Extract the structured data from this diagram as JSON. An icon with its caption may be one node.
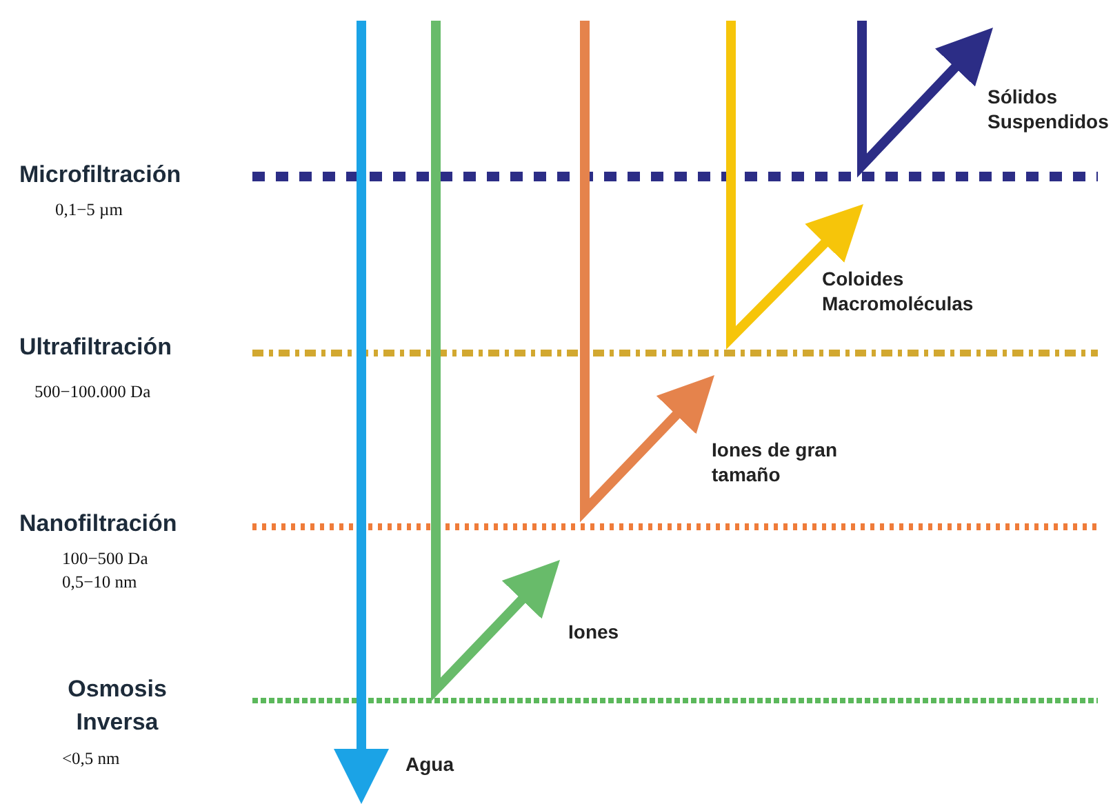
{
  "diagram": {
    "nodes": [
      {
        "text": [
          "Agua"
        ]
      },
      {
        "text": [
          "Iones"
        ]
      },
      {
        "text": [
          "Iones de gran tamaño"
        ]
      },
      {
        "text": [
          "Coloides Macromoléculas"
        ]
      },
      {
        "text": [
          "Sólidos Suspendidos"
        ]
      }
    ],
    "edges": [
      {
        "from": null,
        "to": 0,
        "arrow": "to",
        "color": "#1ba3e6"
      },
      {
        "from": null,
        "to": 1,
        "arrow": "to",
        "color": "#68bb6a"
      },
      {
        "from": null,
        "to": 2,
        "arrow": "to",
        "color": "#e5834c"
      },
      {
        "from": null,
        "to": 3,
        "arrow": "to",
        "color": "#f6c50a"
      },
      {
        "from": null,
        "to": 4,
        "arrow": "to",
        "color": "#2c2d86"
      }
    ],
    "labels": [
      "Microfiltración",
      "0,1−5 µm",
      "Ultrafiltración",
      "500−100.000 Da",
      "Nanofiltración",
      "100−500 Da",
      "0,5−10 nm",
      "Osmosis Inversa",
      "<0,5 nm"
    ]
  }
}
